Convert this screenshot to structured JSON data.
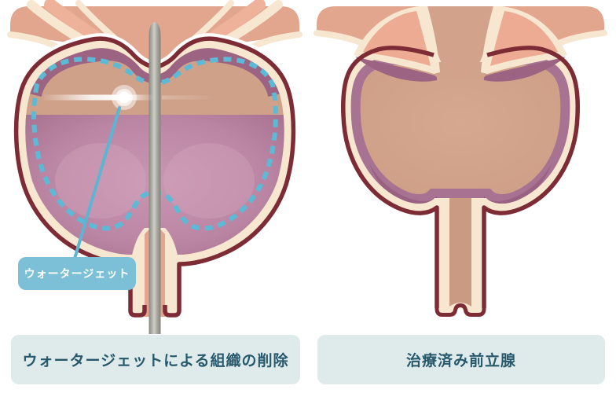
{
  "figure": {
    "left_panel": {
      "annotation_label": "ウォータージェット",
      "caption": "ウォータージェットによる組織の削除"
    },
    "right_panel": {
      "caption": "治療済み前立腺"
    }
  },
  "colors": {
    "tissue_pink": "#e2a68e",
    "cavity_tan": "#cfa189",
    "cream": "#f7e7d0",
    "capsule_maroon": "#7d2b34",
    "adenoma_purple": "#b27e9d",
    "jet_blue": "#5cbad7",
    "label_bg": "#7cc0d8",
    "caption_bg": "#dfeaeb",
    "caption_text": "#27596c",
    "probe_gray": "#a8a8a1"
  }
}
